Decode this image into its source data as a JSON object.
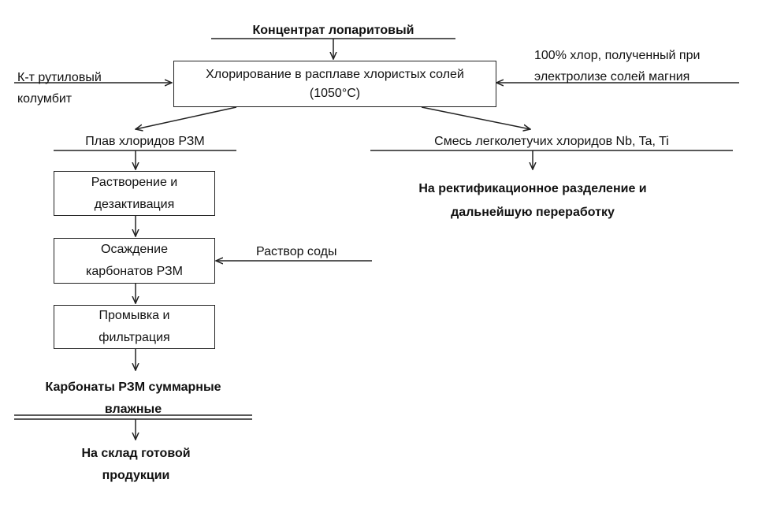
{
  "diagram": {
    "concentrate": "Концентрат лопаритовый",
    "chlorination": {
      "line1": "Хлорирование в расплаве хлористых солей",
      "line2": "(1050°С)"
    },
    "rutile_input": {
      "line1": "К-т рутиловый",
      "line2": "колумбит"
    },
    "chlorine_input": {
      "line1": "100% хлор, полученный при",
      "line2": "электролизе солей магния"
    },
    "rare_earth_melt": "Плав хлоридов РЗМ",
    "volatile_chlorides": "Смесь легколетучих хлоридов Nb, Ta, Ti",
    "rectification": {
      "line1": "На ректификационное разделение и",
      "line2": "дальнейшую переработку"
    },
    "dissolution": {
      "line1": "Растворение и",
      "line2": "дезактивация"
    },
    "precipitation": {
      "line1": "Осаждение",
      "line2": "карбонатов РЗМ"
    },
    "soda_solution": "Раствор соды",
    "washing": {
      "line1": "Промывка и",
      "line2": "фильтрация"
    },
    "carbonates": {
      "line1": "Карбонаты РЗМ суммарные",
      "line2": "влажные"
    },
    "warehouse": {
      "line1": "На склад готовой",
      "line2": "продукции"
    }
  }
}
